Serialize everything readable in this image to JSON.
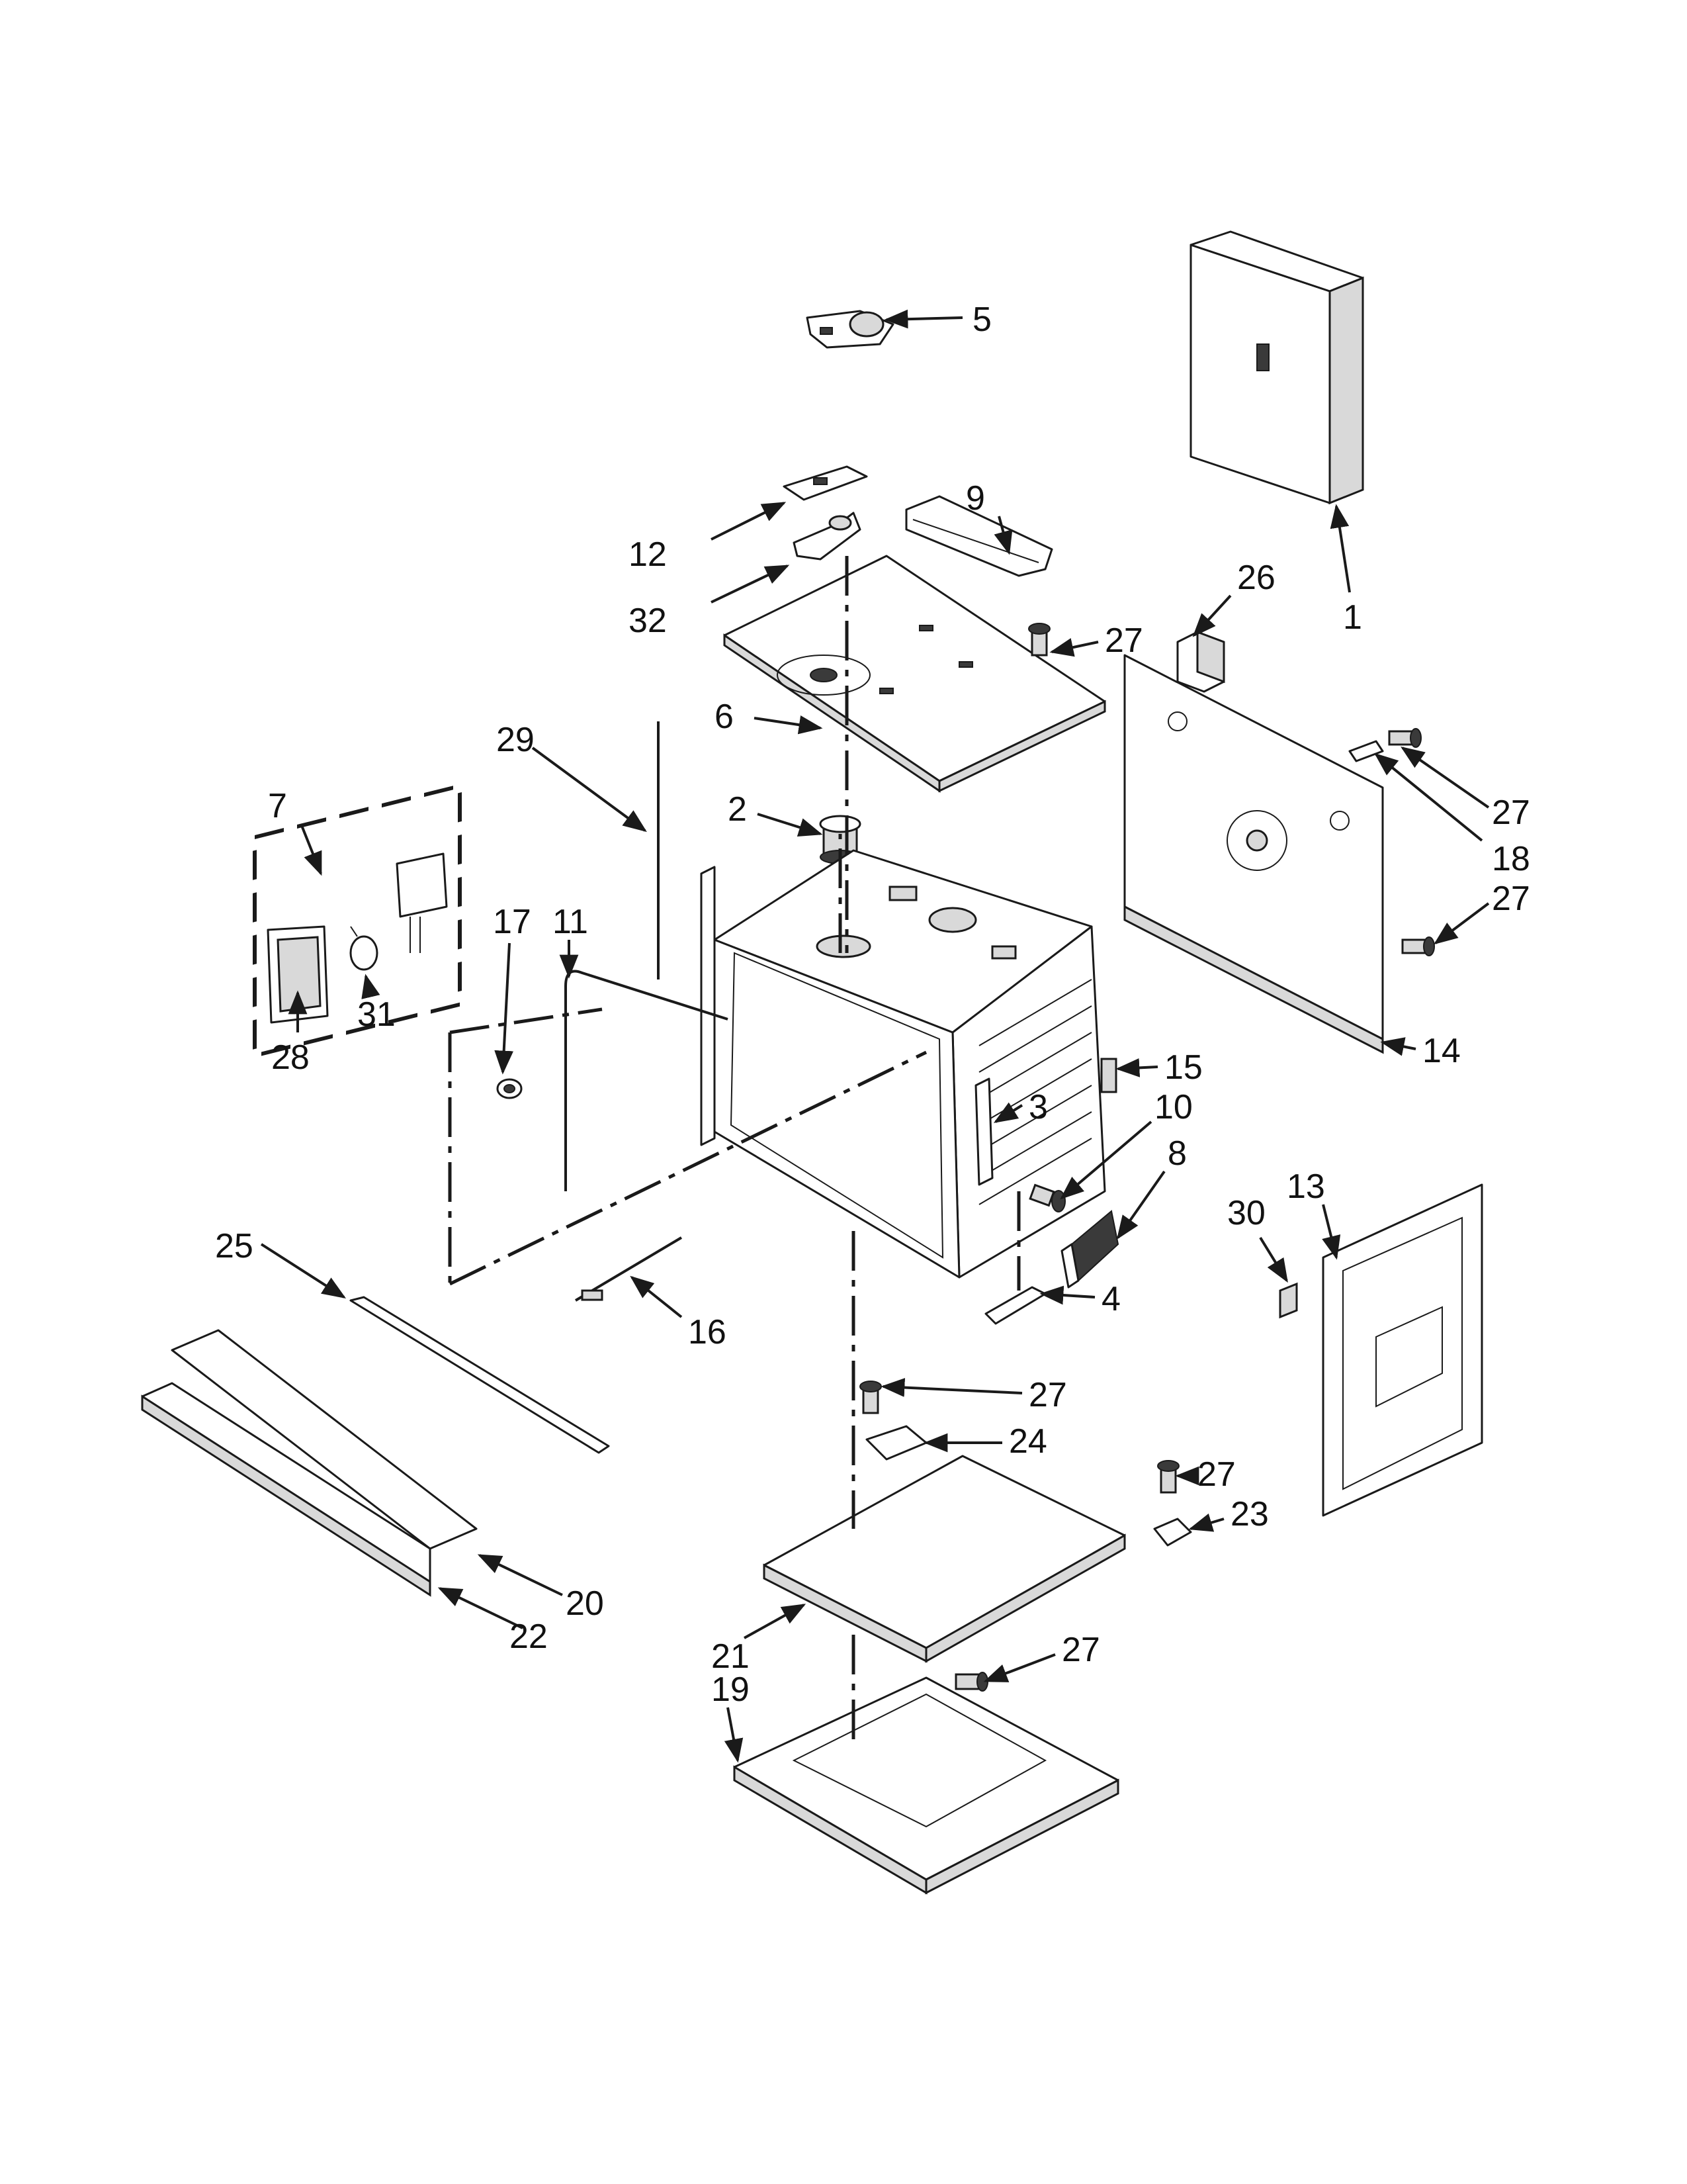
{
  "diagram": {
    "callouts": [
      {
        "id": "c1",
        "text": "1"
      },
      {
        "id": "c2",
        "text": "2"
      },
      {
        "id": "c3",
        "text": "3"
      },
      {
        "id": "c4",
        "text": "4"
      },
      {
        "id": "c5",
        "text": "5"
      },
      {
        "id": "c6",
        "text": "6"
      },
      {
        "id": "c7",
        "text": "7"
      },
      {
        "id": "c8",
        "text": "8"
      },
      {
        "id": "c9",
        "text": "9"
      },
      {
        "id": "c10",
        "text": "10"
      },
      {
        "id": "c11",
        "text": "11"
      },
      {
        "id": "c12",
        "text": "12"
      },
      {
        "id": "c13",
        "text": "13"
      },
      {
        "id": "c14",
        "text": "14"
      },
      {
        "id": "c15",
        "text": "15"
      },
      {
        "id": "c16",
        "text": "16"
      },
      {
        "id": "c17",
        "text": "17"
      },
      {
        "id": "c18",
        "text": "18"
      },
      {
        "id": "c19",
        "text": "19"
      },
      {
        "id": "c20",
        "text": "20"
      },
      {
        "id": "c21",
        "text": "21"
      },
      {
        "id": "c22",
        "text": "22"
      },
      {
        "id": "c23",
        "text": "23"
      },
      {
        "id": "c24",
        "text": "24"
      },
      {
        "id": "c25",
        "text": "25"
      },
      {
        "id": "c26",
        "text": "26"
      },
      {
        "id": "c27a",
        "text": "27"
      },
      {
        "id": "c27b",
        "text": "27"
      },
      {
        "id": "c27c",
        "text": "27"
      },
      {
        "id": "c27d",
        "text": "27"
      },
      {
        "id": "c27e",
        "text": "27"
      },
      {
        "id": "c27f",
        "text": "27"
      },
      {
        "id": "c28",
        "text": "28"
      },
      {
        "id": "c29",
        "text": "29"
      },
      {
        "id": "c30",
        "text": "30"
      },
      {
        "id": "c31",
        "text": "31"
      },
      {
        "id": "c32",
        "text": "32"
      }
    ]
  },
  "colors": {
    "line": "#1a1a1a",
    "background": "#ffffff",
    "shade": "#d9d9d9"
  }
}
